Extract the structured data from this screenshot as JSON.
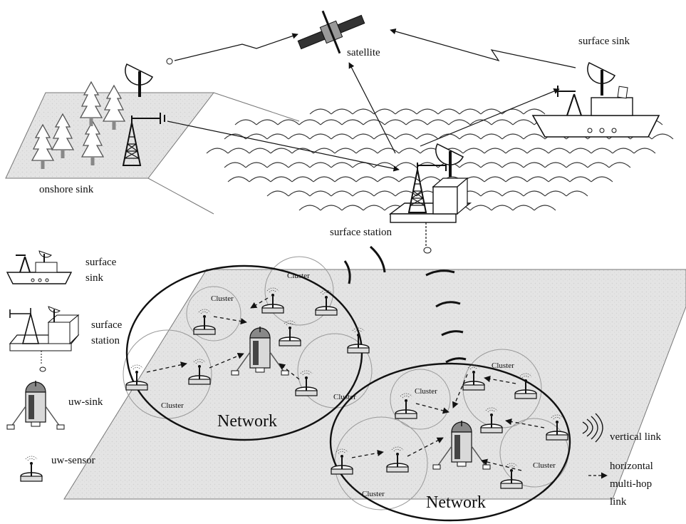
{
  "labels": {
    "satellite": "satellite",
    "surface_sink_top": "surface sink",
    "onshore_sink": "onshore sink",
    "surface_station": "surface station",
    "network_left": "Network",
    "network_right": "Network",
    "cluster": "Cluster"
  },
  "legend": {
    "surface_sink": [
      "surface",
      "sink"
    ],
    "surface_station": [
      "surface",
      "station"
    ],
    "uw_sink": "uw-sink",
    "uw_sensor": "uw-sensor",
    "vertical_link": "vertical link",
    "horizontal_link": [
      "horizontal",
      "multi-hop",
      "link"
    ]
  },
  "colors": {
    "ground": "#e6e6e6",
    "sea_floor": "#ebebeb",
    "ink": "#111111"
  }
}
